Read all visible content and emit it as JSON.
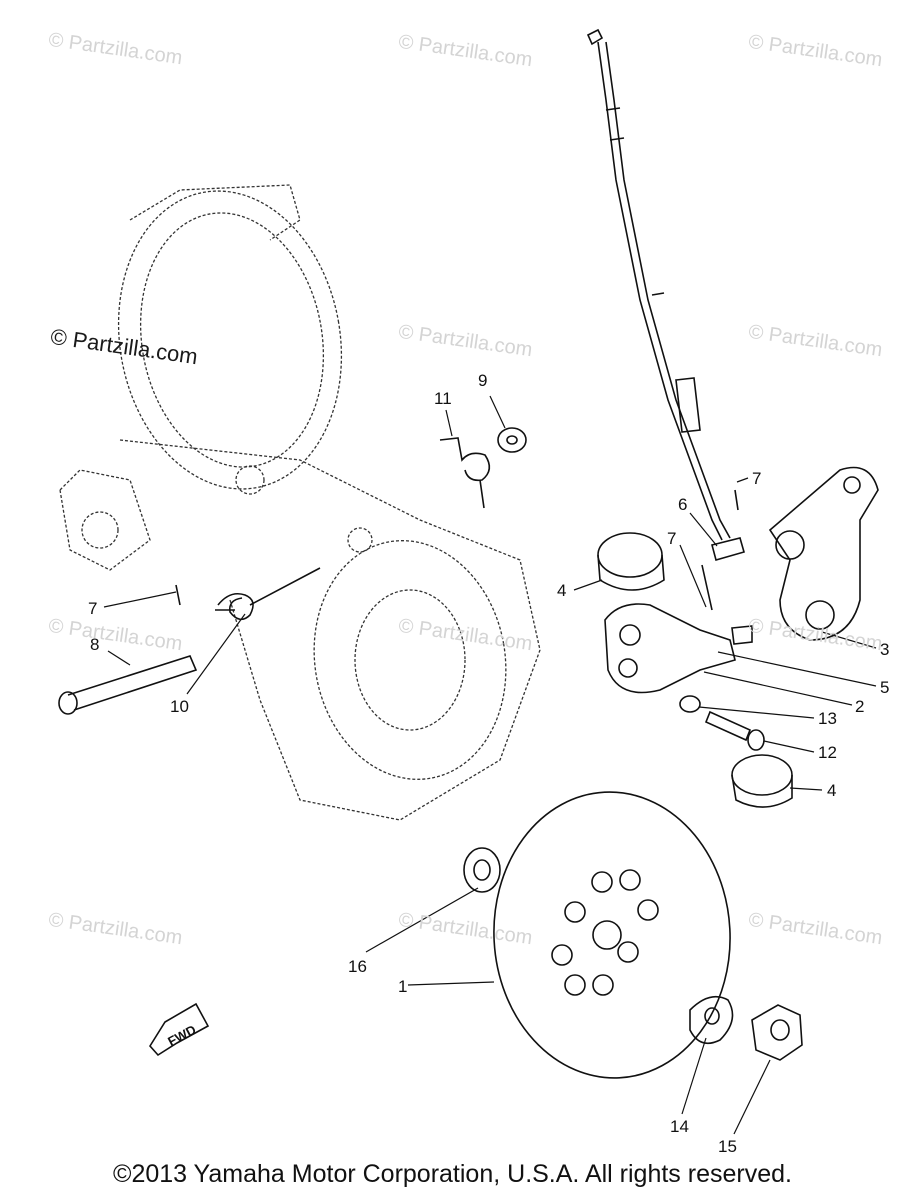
{
  "watermark": "© Partzilla.com",
  "footer": "©2013 Yamaha Motor Corporation, U.S.A. All rights reserved.",
  "fwd_label": "FWD",
  "callouts": [
    "1",
    "2",
    "3",
    "4",
    "4",
    "5",
    "6",
    "7",
    "7",
    "7",
    "8",
    "9",
    "10",
    "11",
    "12",
    "13",
    "14",
    "15",
    "16"
  ]
}
